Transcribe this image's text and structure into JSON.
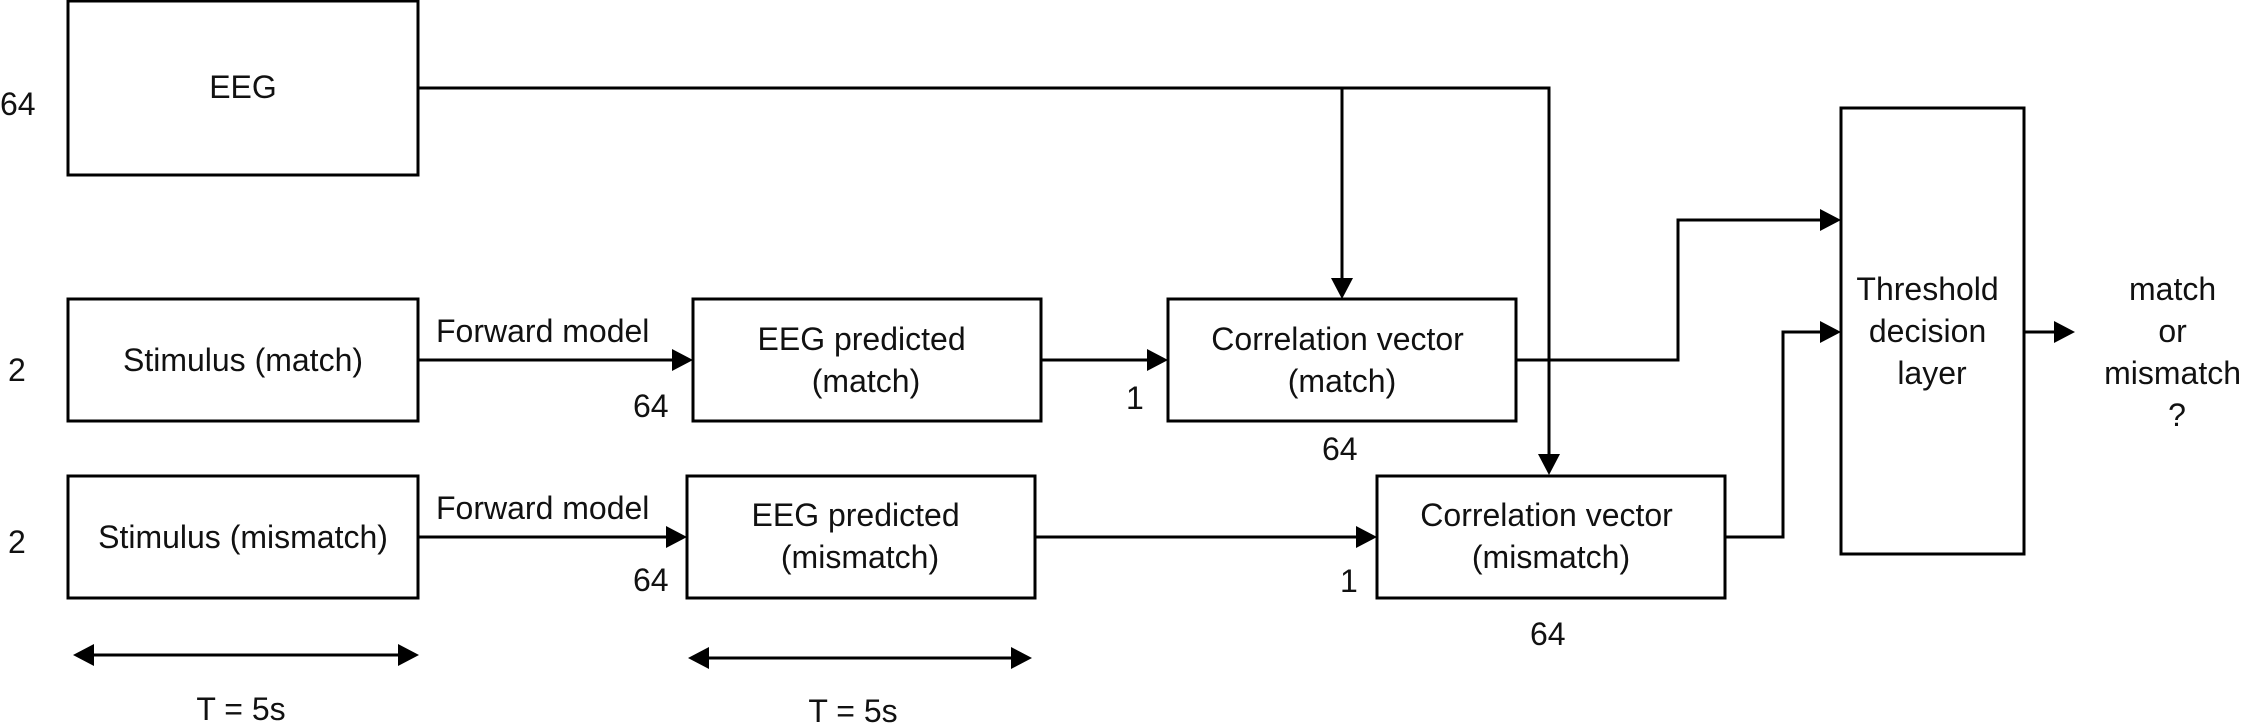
{
  "blocks": {
    "eeg": {
      "lines": [
        "EEG"
      ]
    },
    "stimulus_match": {
      "lines": [
        "Stimulus (match)"
      ]
    },
    "stimulus_mismatch": {
      "lines": [
        "Stimulus (mismatch)"
      ]
    },
    "eeg_pred_match": {
      "lines": [
        "EEG predicted",
        "(match)"
      ]
    },
    "eeg_pred_mismatch": {
      "lines": [
        "EEG predicted",
        "(mismatch)"
      ]
    },
    "corr_match": {
      "lines": [
        "Correlation vector",
        "(match)"
      ]
    },
    "corr_mismatch": {
      "lines": [
        "Correlation vector",
        "(mismatch)"
      ]
    },
    "threshold": {
      "lines": [
        "Threshold",
        "decision",
        "layer"
      ]
    }
  },
  "edge_labels": {
    "forward_model_match": "Forward model",
    "forward_model_mismatch": "Forward model"
  },
  "dimensions": {
    "eeg_in": "64",
    "stim_match_in": "2",
    "stim_mismatch_in": "2",
    "pred_match_out": "64",
    "pred_mismatch_out": "64",
    "corr_match_in": "1",
    "corr_mismatch_in": "1",
    "corr_match_out": "64",
    "corr_mismatch_out": "64"
  },
  "durations": {
    "stimulus": "T = 5s",
    "prediction": "T = 5s"
  },
  "output": {
    "lines": [
      "match",
      "or",
      "mismatch",
      "?"
    ]
  }
}
